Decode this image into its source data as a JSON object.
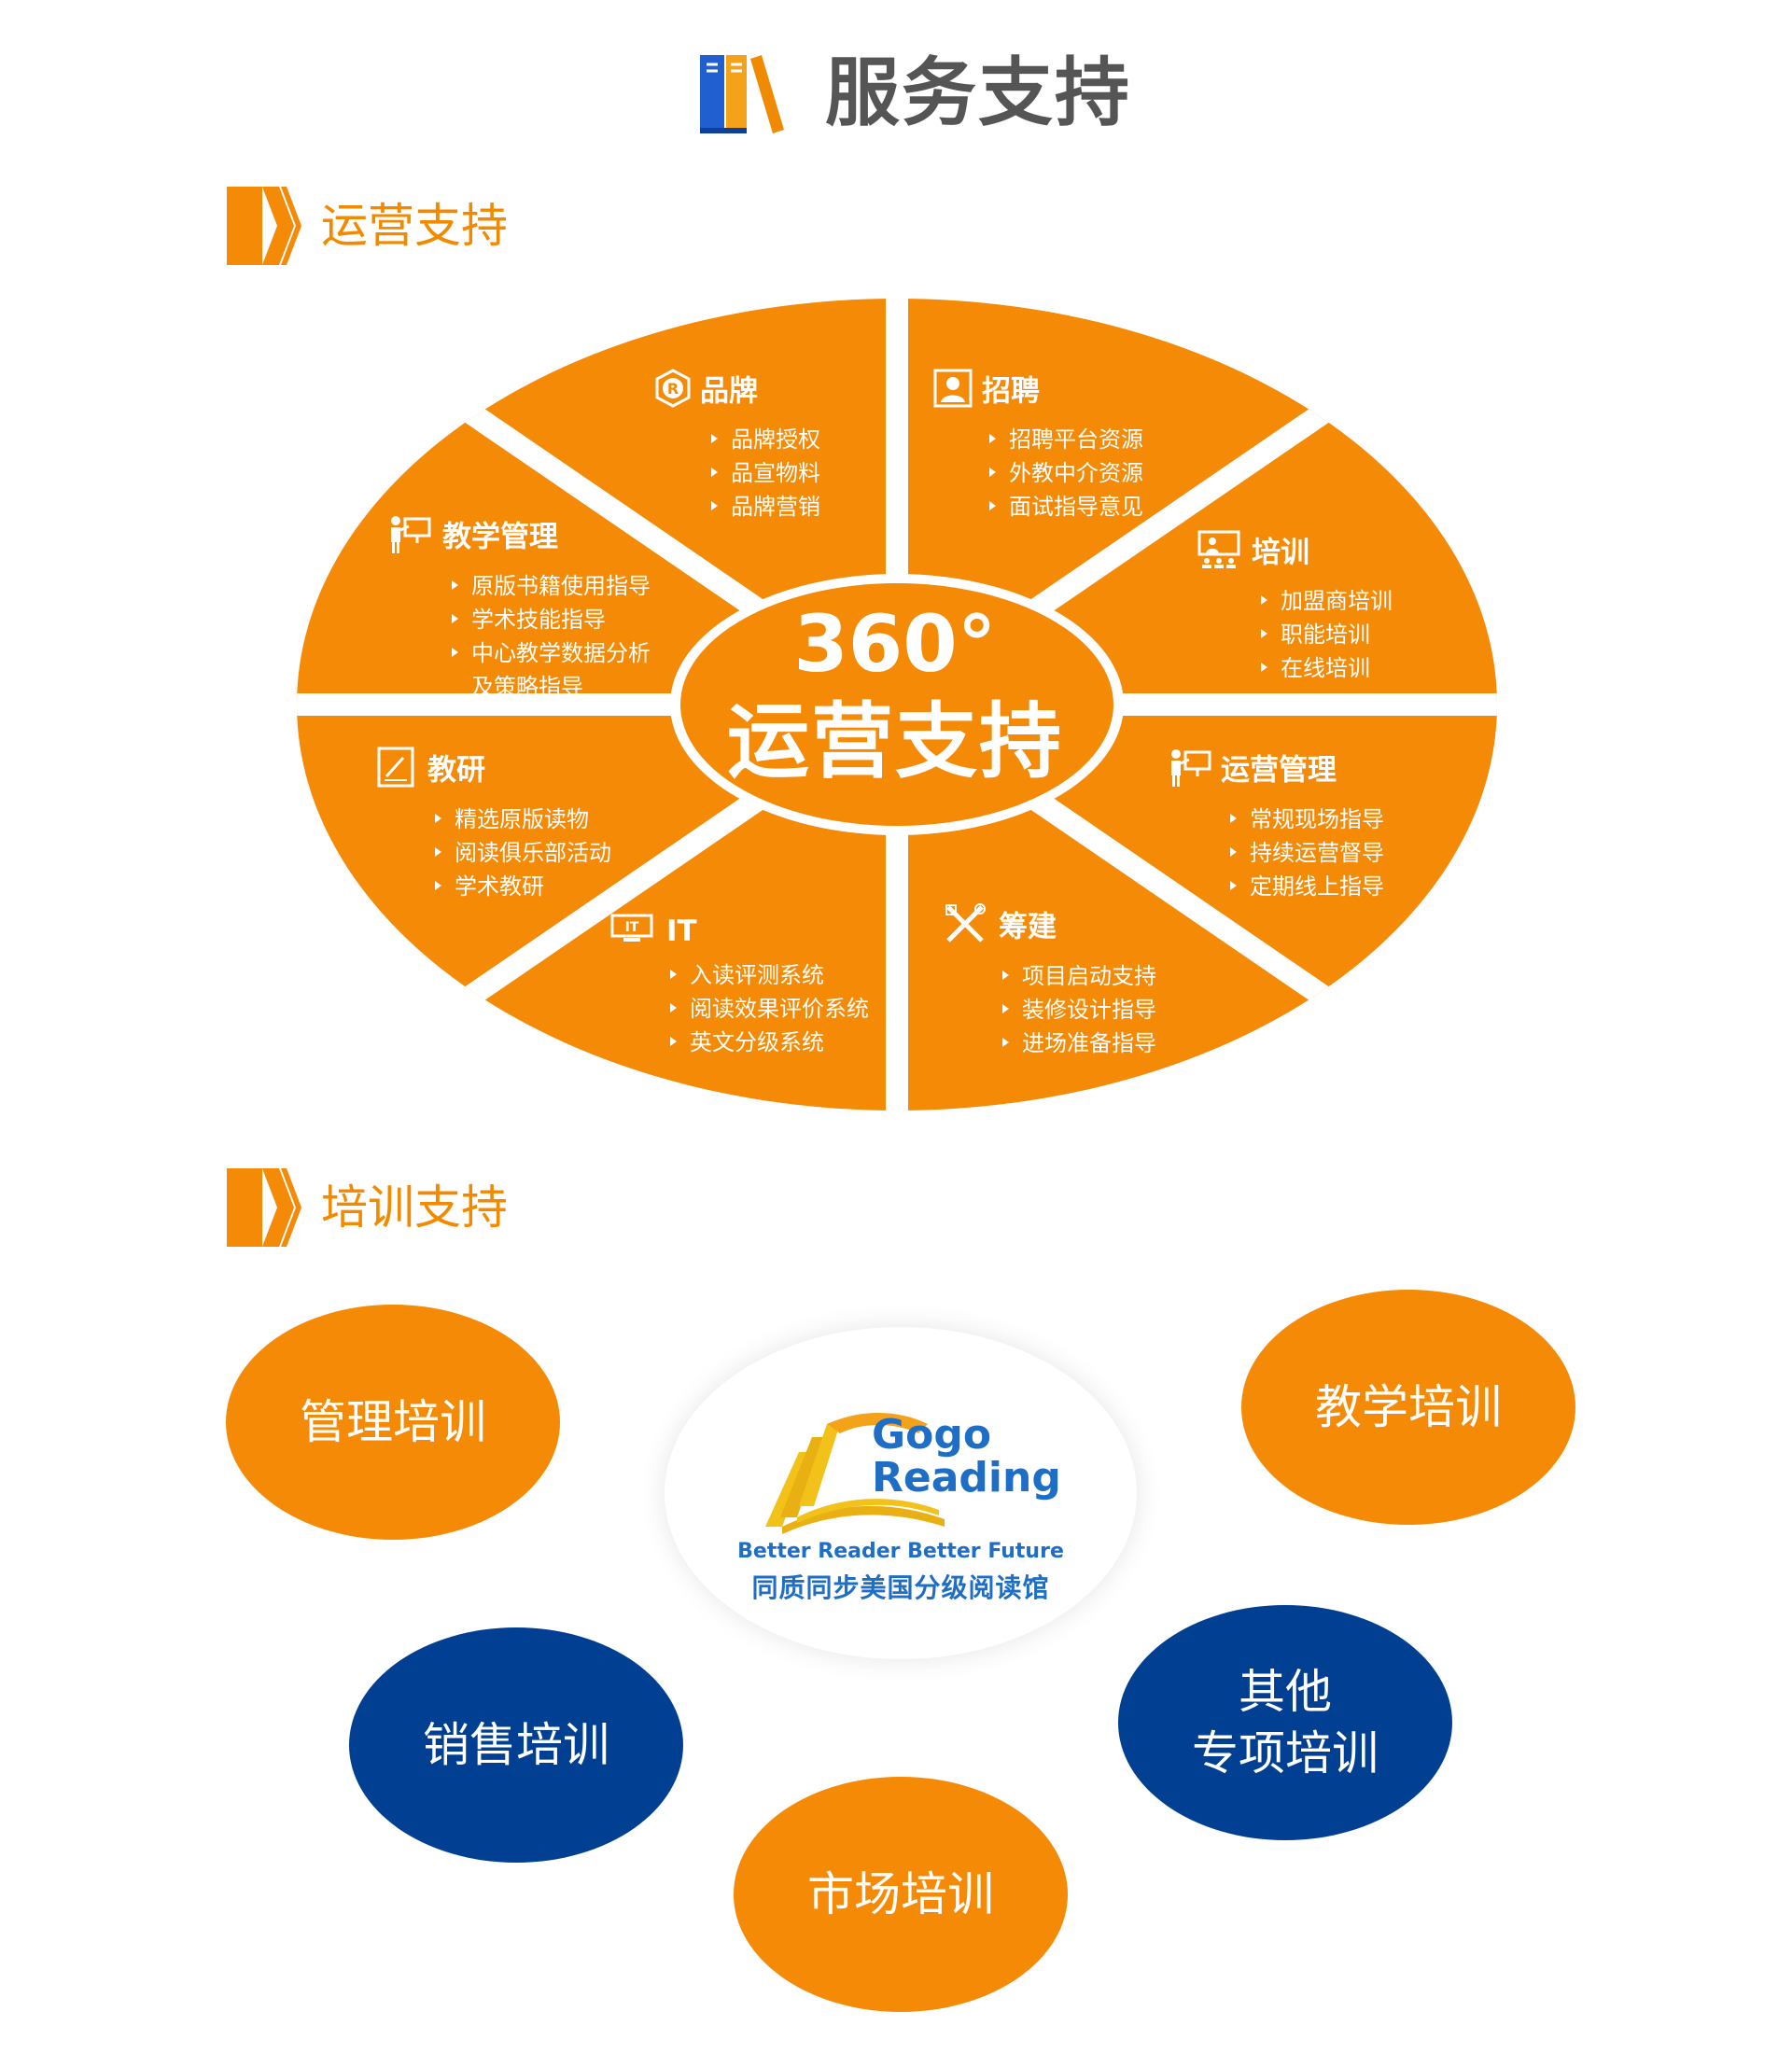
{
  "header": {
    "title": "服务支持"
  },
  "sections": {
    "operations": {
      "title": "运营支持"
    },
    "training": {
      "title": "培训支持"
    }
  },
  "wheel": {
    "center": {
      "line1": "360°",
      "line2": "运营支持"
    },
    "segments": [
      {
        "key": "brand",
        "title": "品牌",
        "icon": "registered-icon",
        "items": [
          "品牌授权",
          "品宣物料",
          "品牌营销"
        ]
      },
      {
        "key": "recruit",
        "title": "招聘",
        "icon": "user-card-icon",
        "items": [
          "招聘平台资源",
          "外教中介资源",
          "面试指导意见"
        ]
      },
      {
        "key": "train",
        "title": "培训",
        "icon": "presentation-icon",
        "items": [
          "加盟商培训",
          "职能培训",
          "在线培训"
        ]
      },
      {
        "key": "ops",
        "title": "运营管理",
        "icon": "teacher-board-icon",
        "items": [
          "常规现场指导",
          "持续运营督导",
          "定期线上指导"
        ]
      },
      {
        "key": "build",
        "title": "筹建",
        "icon": "tools-icon",
        "items": [
          "项目启动支持",
          "装修设计指导",
          "进场准备指导"
        ]
      },
      {
        "key": "it",
        "title": "IT",
        "icon": "it-monitor-icon",
        "items": [
          "入读评测系统",
          "阅读效果评价系统",
          "英文分级系统"
        ]
      },
      {
        "key": "research",
        "title": "教研",
        "icon": "document-pen-icon",
        "items": [
          "精选原版读物",
          "阅读俱乐部活动",
          "学术教研"
        ]
      },
      {
        "key": "teaching",
        "title": "教学管理",
        "icon": "teacher-board-icon",
        "items": [
          "原版书籍使用指导",
          "学术技能指导",
          "中心教学数据分析"
        ],
        "item_continuation": "及策略指导"
      }
    ]
  },
  "training": {
    "bubbles": [
      {
        "key": "management",
        "label": "管理培训",
        "color": "#f58a07"
      },
      {
        "key": "teaching",
        "label": "教学培训",
        "color": "#f58a07"
      },
      {
        "key": "sales",
        "label": "销售培训",
        "color": "#003f91"
      },
      {
        "key": "other",
        "line1": "其他",
        "line2": "专项培训",
        "color": "#003f91"
      },
      {
        "key": "market",
        "label": "市场培训",
        "color": "#f58a07"
      }
    ],
    "logo": {
      "line1": "Gogo",
      "line2": "Reading",
      "tagline": "Better Reader  Better Future",
      "subtitle": "同质同步美国分级阅读馆"
    }
  },
  "colors": {
    "orange": "#f58a07",
    "navy": "#003f91",
    "title_gray": "#555555",
    "logo_blue": "#1f6ec6"
  }
}
